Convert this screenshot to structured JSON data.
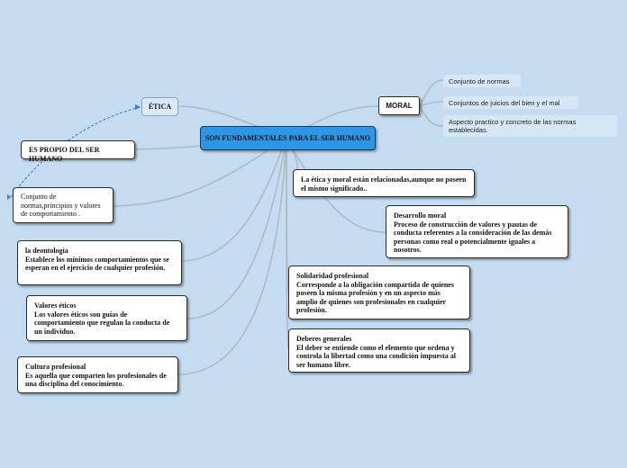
{
  "central": "SON FUNDAMENTALES PARA EL SER HUMANO",
  "etica": "ÉTICA",
  "moral": "MORAL",
  "es_propio": "ES PROPIO DEL SER HUMANO",
  "conjunto_normas_principios": "Conjunto de normas,principios y valores de comportamiento .",
  "moral_subtopics": [
    "Conjunto de normas",
    "Conjuntos de juicios del bien y el mal",
    "Aspecto practico y concreto de las normas establecidas."
  ],
  "etica_moral_relacionadas": "La ética y moral están relacionadas,aunque no poseen el mismo significado..",
  "desarrollo_moral": {
    "title": "Desarrollo moral",
    "body": "Proceso de construcción de valores y pautas de conducta referentes a la consideración de las demás personas como real o potencialmente iguales a nosotros."
  },
  "solidaridad": {
    "title": "Solidaridad profesional",
    "body": "Corresponde a la obligación compartida de quienes poseen la misma profesión y en un aspecto más amplio de quienes son profesionales en cualquier profesión."
  },
  "deberes": {
    "title": "Deberes generales",
    "body": "El deber se entiende como el elemento que ordena y controla la libertad como una condición impuesta al ser humano libre."
  },
  "deontologia": {
    "title": "la deontología",
    "body": "Establece los mínimos comportamientos que se esperan en el ejercicio de cualquier profesión."
  },
  "valores_eticos": {
    "title": "Valores éticos",
    "body": "Los valores éticos son guías de comportamiento que regulan la conducta de un individuo."
  },
  "cultura": {
    "title": "Cultura profesional",
    "body": "Es aquella que comparten los profesionales de una disciplina del conocimiento."
  },
  "colors": {
    "background": "#c5dcf0",
    "central": "#2f96e6",
    "links": "#aeb9c4",
    "dashed_link": "#2f7fd6"
  }
}
